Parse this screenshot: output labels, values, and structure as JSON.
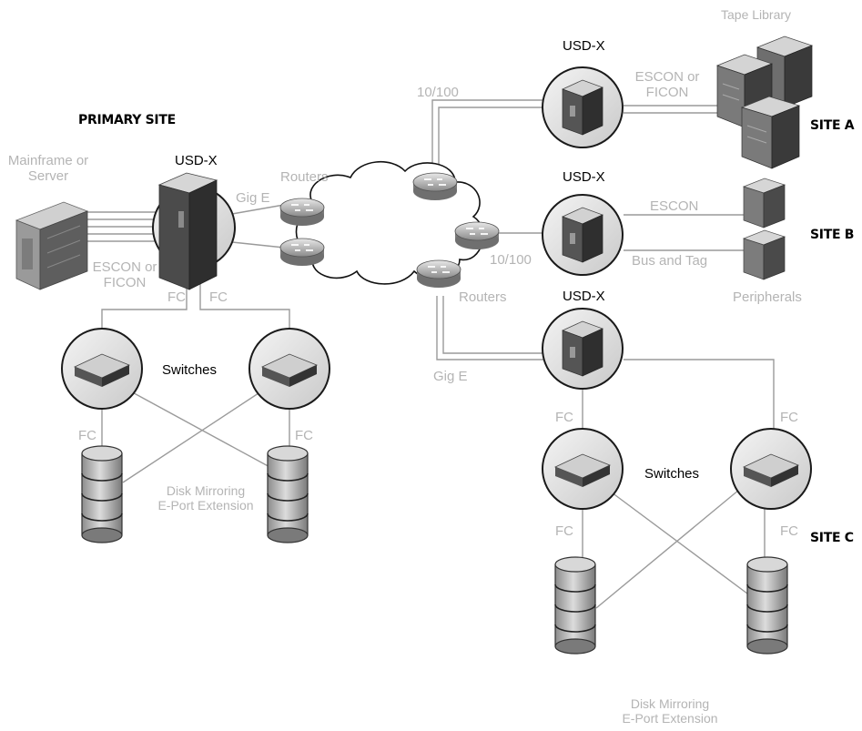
{
  "labels": {
    "primary_site": "PRIMARY SITE",
    "site_a": "SITE A",
    "site_b": "SITE B",
    "site_c": "SITE C",
    "mainframe": "Mainframe or\nServer",
    "usdx": "USD-X",
    "escon_or_ficon": "ESCON or\nFICON",
    "escon": "ESCON",
    "bus_and_tag": "Bus and Tag",
    "gig_e": "Gig E",
    "routers": "Routers",
    "ten_hundred": "10/100",
    "fc": "FC",
    "switches": "Switches",
    "disk_mirroring": "Disk Mirroring\nE-Port Extension",
    "tape_library": "Tape Library",
    "peripherals": "Peripherals"
  },
  "colors": {
    "line": "#9a9a9a",
    "label_gray": "#b4b4b4",
    "circle_fill": "#e2e2e2",
    "device_dark": "#3a3a3a"
  }
}
